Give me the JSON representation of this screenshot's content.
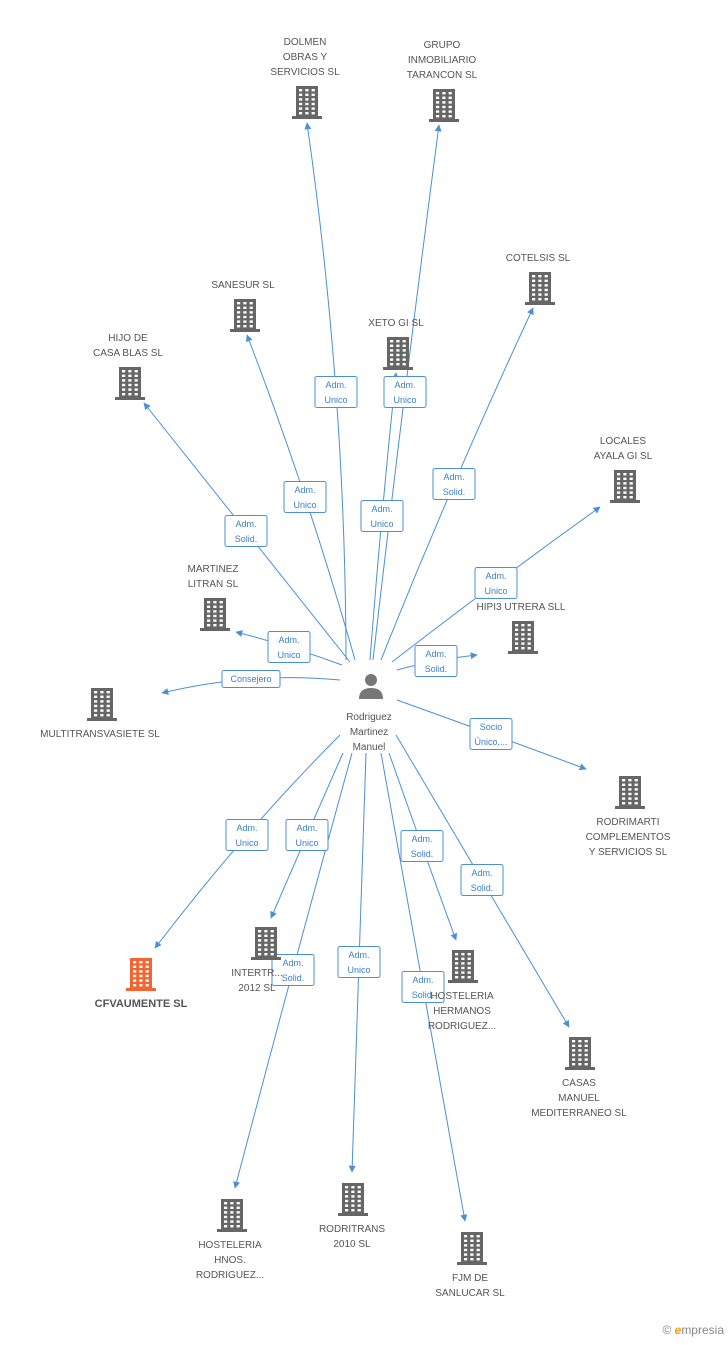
{
  "center": {
    "name_lines": [
      "Rodriguez",
      "Martinez",
      "Manuel"
    ]
  },
  "nodes": [
    {
      "id": "dolmen",
      "lines": [
        "DOLMEN",
        "OBRAS Y",
        "SERVICIOS SL"
      ],
      "highlight": false
    },
    {
      "id": "grupo",
      "lines": [
        "GRUPO",
        "INMOBILIARIO",
        "TARANCON SL"
      ],
      "highlight": false
    },
    {
      "id": "cotelsis",
      "lines": [
        "COTELSIS SL"
      ],
      "highlight": false
    },
    {
      "id": "sanesur",
      "lines": [
        "SANESUR SL"
      ],
      "highlight": false
    },
    {
      "id": "xeto",
      "lines": [
        "XETO GI SL"
      ],
      "highlight": false
    },
    {
      "id": "hijo",
      "lines": [
        "HIJO DE",
        "CASA BLAS SL"
      ],
      "highlight": false
    },
    {
      "id": "locales",
      "lines": [
        "LOCALES",
        "AYALA GI SL"
      ],
      "highlight": false
    },
    {
      "id": "martinez",
      "lines": [
        "MARTINEZ",
        "LITRAN SL"
      ],
      "highlight": false
    },
    {
      "id": "hipi3",
      "lines": [
        "HIPI3 UTRERA SLL"
      ],
      "highlight": false
    },
    {
      "id": "multitrans",
      "lines": [
        "MULTITRANSVASIETE SL"
      ],
      "highlight": false
    },
    {
      "id": "rodrimarti",
      "lines": [
        "RODRIMARTI",
        "COMPLEMENTOS",
        "Y SERVICIOS SL"
      ],
      "highlight": false
    },
    {
      "id": "cfvaumente",
      "lines": [
        "CFVAUMENTE SL"
      ],
      "highlight": true
    },
    {
      "id": "intertr",
      "lines": [
        "INTERTR...",
        "2012 SL"
      ],
      "highlight": false
    },
    {
      "id": "hosteleria_h",
      "lines": [
        "HOSTELERIA",
        "HERMANOS",
        "RODRIGUEZ..."
      ],
      "highlight": false
    },
    {
      "id": "casas",
      "lines": [
        "CASAS",
        "MANUEL",
        "MEDITERRANEO SL"
      ],
      "highlight": false
    },
    {
      "id": "hosteleria_hnos",
      "lines": [
        "HOSTELERIA",
        "HNOS.",
        "RODRIGUEZ..."
      ],
      "highlight": false
    },
    {
      "id": "rodritrans",
      "lines": [
        "RODRITRANS",
        "2010 SL"
      ],
      "highlight": false
    },
    {
      "id": "fjm",
      "lines": [
        "FJM DE",
        "SANLUCAR SL"
      ],
      "highlight": false
    }
  ],
  "edges": [
    {
      "to": "dolmen",
      "lines": [
        "Adm.",
        "Unico"
      ]
    },
    {
      "to": "grupo",
      "lines": [
        "Adm.",
        "Unico"
      ]
    },
    {
      "to": "cotelsis",
      "lines": [
        "Adm.",
        "Solid."
      ]
    },
    {
      "to": "sanesur",
      "lines": [
        "Adm.",
        "Unico"
      ]
    },
    {
      "to": "xeto",
      "lines": [
        "Adm.",
        "Unico"
      ]
    },
    {
      "to": "hijo",
      "lines": [
        "Adm.",
        "Solid."
      ]
    },
    {
      "to": "locales",
      "lines": [
        "Adm.",
        "Unico"
      ]
    },
    {
      "to": "martinez",
      "lines": [
        "Adm.",
        "Unico"
      ]
    },
    {
      "to": "hipi3",
      "lines": [
        "Adm.",
        "Solid."
      ]
    },
    {
      "to": "multitrans",
      "lines": [
        "Consejero"
      ]
    },
    {
      "to": "rodrimarti",
      "lines": [
        "Socio",
        "Único,..."
      ]
    },
    {
      "to": "cfvaumente",
      "lines": [
        "Adm.",
        "Unico"
      ]
    },
    {
      "to": "intertr",
      "lines": [
        "Adm.",
        "Unico"
      ]
    },
    {
      "to": "hosteleria_h",
      "lines": [
        "Adm.",
        "Solid."
      ]
    },
    {
      "to": "casas",
      "lines": [
        "Adm.",
        "Solid."
      ]
    },
    {
      "to": "hosteleria_hnos",
      "lines": [
        "Adm.",
        "Solid."
      ]
    },
    {
      "to": "rodritrans",
      "lines": [
        "Adm.",
        "Unico"
      ]
    },
    {
      "to": "fjm",
      "lines": [
        "Adm.",
        "Solid."
      ]
    }
  ],
  "colors": {
    "edge": "#4a90d9",
    "edge_text": "#3a7fc8",
    "building": "#666666",
    "building_highlight": "#f26430",
    "person": "#777777"
  },
  "icons": {
    "node": "building-icon",
    "center": "person-icon"
  },
  "brand": {
    "copyright": "©",
    "initial": "e",
    "rest": "mpresia"
  }
}
